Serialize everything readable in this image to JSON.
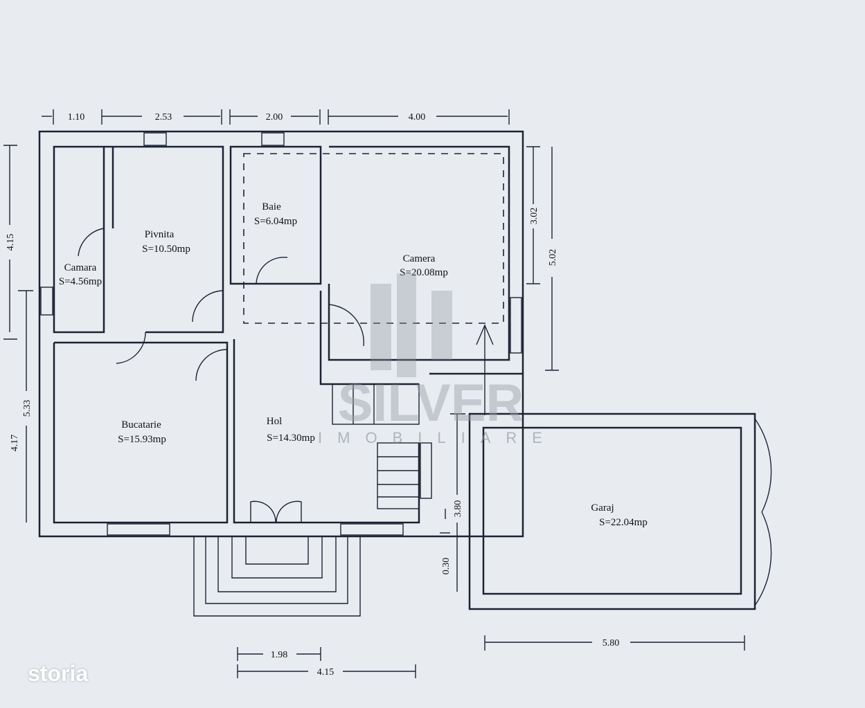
{
  "rooms": [
    {
      "name": "Camara",
      "area": "S=4.56mp"
    },
    {
      "name": "Pivnita",
      "area": "S=10.50mp"
    },
    {
      "name": "Baie",
      "area": "S=6.04mp"
    },
    {
      "name": "Camera",
      "area": "S=20.08mp"
    },
    {
      "name": "Bucatarie",
      "area": "S=15.93mp"
    },
    {
      "name": "Hol",
      "area": "S=14.30mp"
    },
    {
      "name": "Garaj",
      "area": "S=22.04mp"
    }
  ],
  "dimensions": {
    "top": [
      "1.10",
      "2.53",
      "2.00",
      "4.00"
    ],
    "left": [
      "4.15",
      "5.33",
      "4.17"
    ],
    "right": [
      "3.02",
      "5.02",
      "3.80",
      "0.30"
    ],
    "bottom": [
      "1.98",
      "4.15",
      "5.80"
    ]
  },
  "watermark": {
    "brand": "SILVER",
    "sub": "IMOBILIARE"
  },
  "logo": "storia"
}
